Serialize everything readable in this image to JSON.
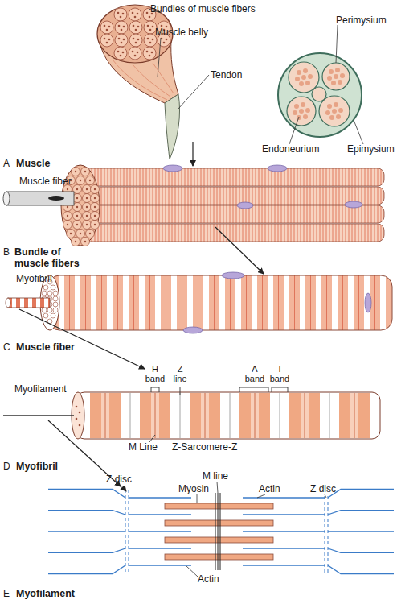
{
  "diagram": {
    "labels": [
      "Bundles of muscle fibers",
      "Perimysium",
      "Muscle belly",
      "Tendon",
      "Endoneurium",
      "Epimysium",
      "A",
      "Muscle",
      "Muscle fiber",
      "B",
      "Bundle of muscle fibers",
      "Myofibril",
      "C",
      "Muscle fiber",
      "H band",
      "Z line",
      "A band",
      "I band",
      "Myofilament",
      "M Line",
      "Z-Sarcomere-Z",
      "D",
      "Myofibril",
      "Z disc",
      "M line",
      "Myosin",
      "Actin",
      "Z disc",
      "Actin",
      "E",
      "Myofilament"
    ]
  }
}
